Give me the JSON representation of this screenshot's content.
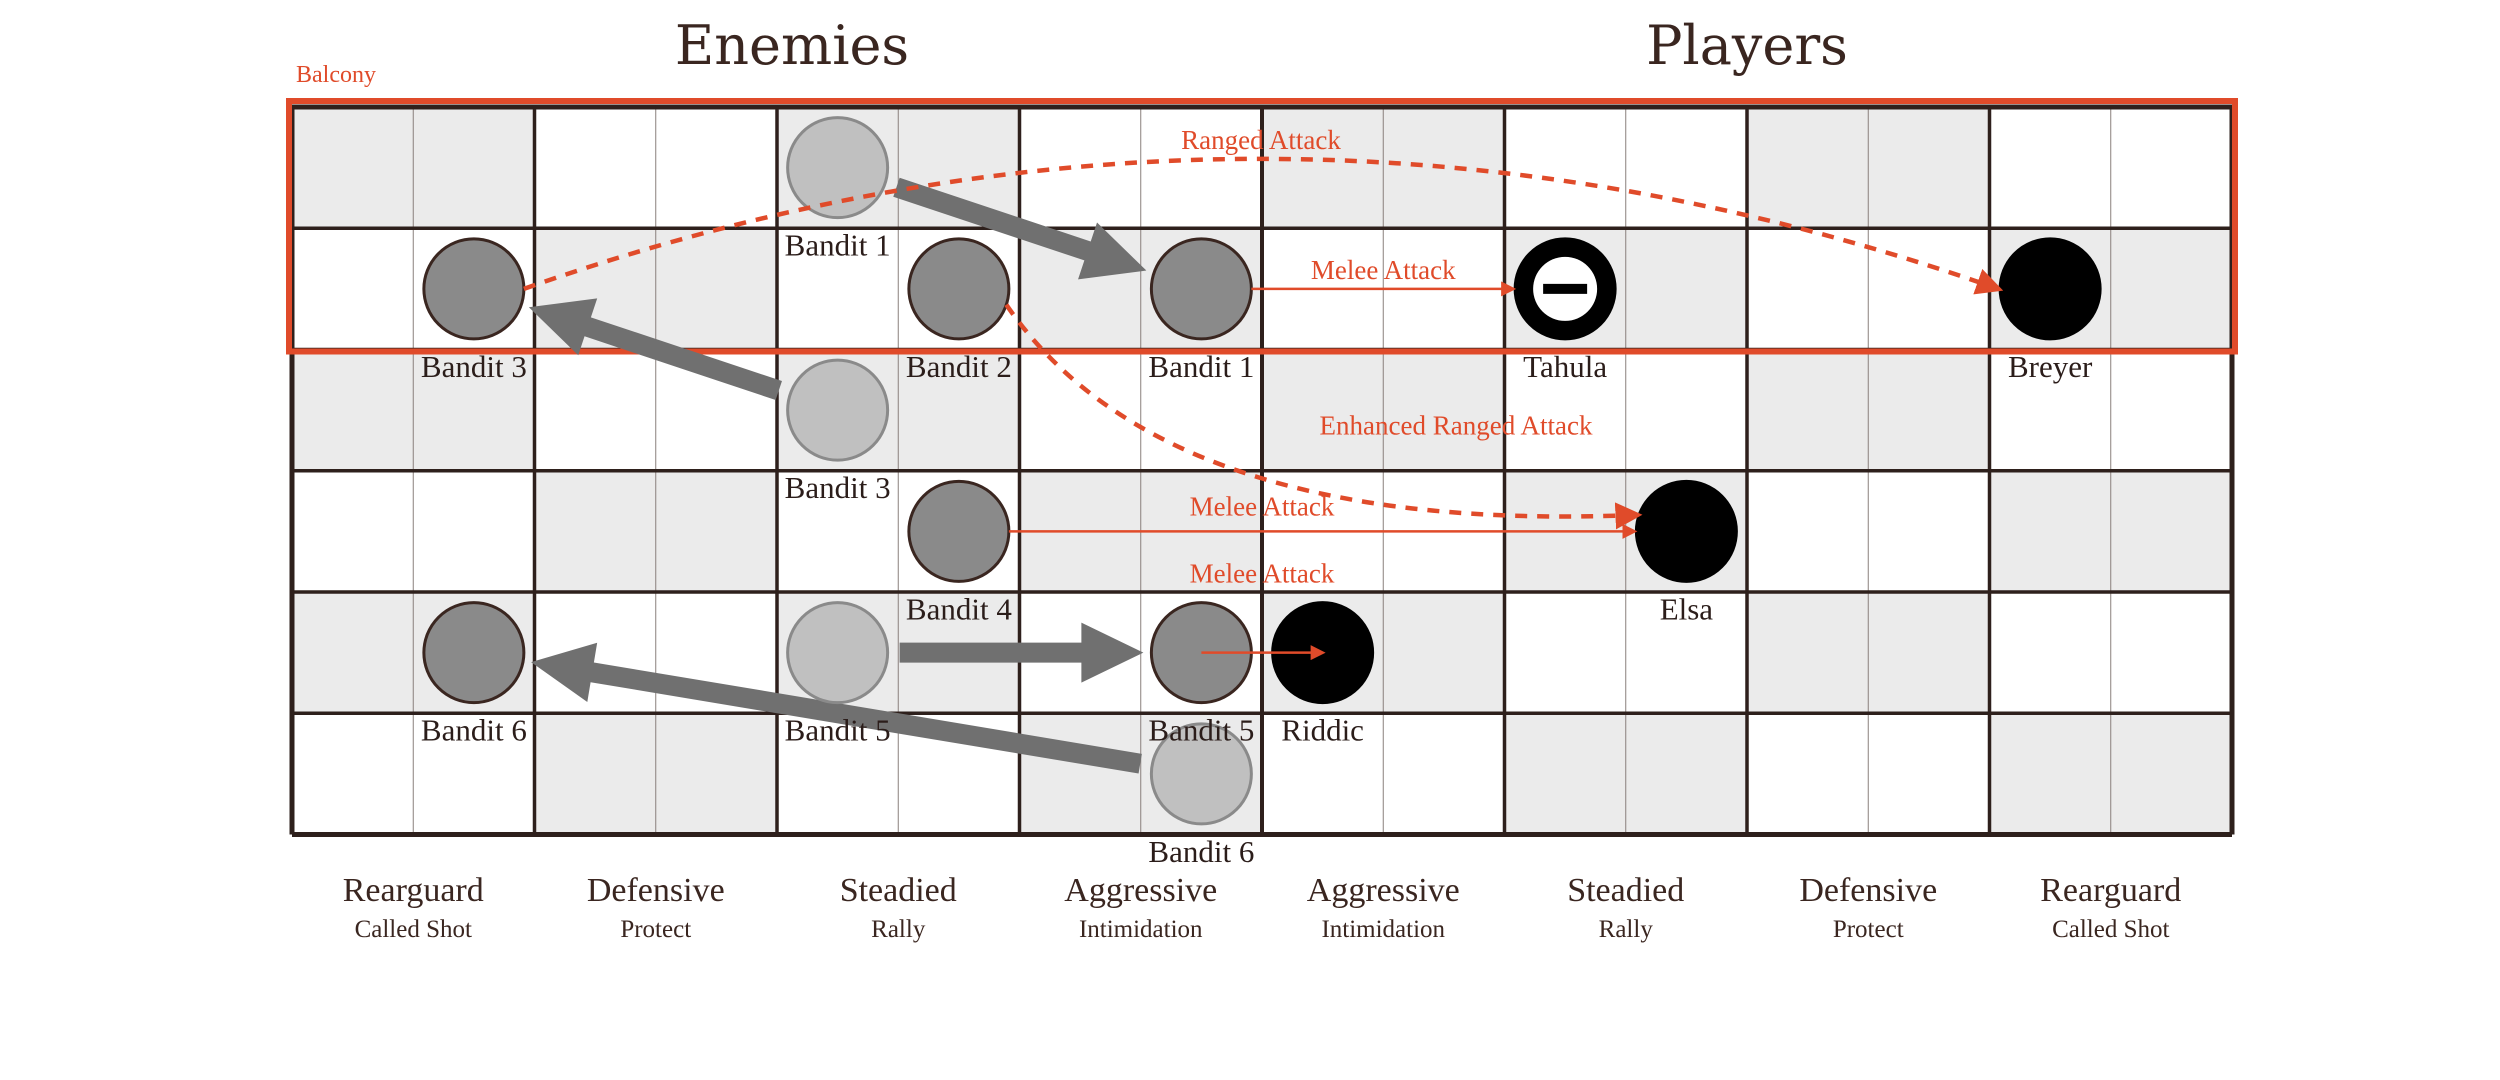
{
  "headers": {
    "enemies": "Enemies",
    "players": "Players"
  },
  "zone_label": "Balcony",
  "colors": {
    "grid": "#2e201c",
    "shade": "#ebebeb",
    "balcony": "#e04b2a",
    "attack": "#e04b2a",
    "enemy": "#8a8a8a",
    "enemy_ghost": "#c0c0c0",
    "player": "#000000",
    "move_arrow": "#707070"
  },
  "tokens": [
    {
      "label": "Bandit 1",
      "kind": "enemy_ghost",
      "col": 4.5,
      "row": 0.5
    },
    {
      "label": "Bandit 3",
      "kind": "enemy",
      "col": 1.5,
      "row": 1.5
    },
    {
      "label": "Bandit 2",
      "kind": "enemy",
      "col": 5.5,
      "row": 1.5
    },
    {
      "label": "Bandit 1",
      "kind": "enemy",
      "col": 7.5,
      "row": 1.5
    },
    {
      "label": "Tahula",
      "kind": "player_minus",
      "col": 10.5,
      "row": 1.5
    },
    {
      "label": "Breyer",
      "kind": "player",
      "col": 14.5,
      "row": 1.5
    },
    {
      "label": "Bandit 3",
      "kind": "enemy_ghost",
      "col": 4.5,
      "row": 2.5
    },
    {
      "label": "Bandit 4",
      "kind": "enemy",
      "col": 5.5,
      "row": 3.5
    },
    {
      "label": "Elsa",
      "kind": "player",
      "col": 11.5,
      "row": 3.5
    },
    {
      "label": "Bandit 6",
      "kind": "enemy",
      "col": 1.5,
      "row": 4.5
    },
    {
      "label": "Bandit 5",
      "kind": "enemy_ghost",
      "col": 4.5,
      "row": 4.5
    },
    {
      "label": "Bandit 5",
      "kind": "enemy",
      "col": 7.5,
      "row": 4.5
    },
    {
      "label": "Riddic",
      "kind": "player",
      "col": 8.5,
      "row": 4.5
    },
    {
      "label": "Bandit 6",
      "kind": "enemy_ghost",
      "col": 7.5,
      "row": 5.5
    }
  ],
  "attacks": [
    {
      "label": "Ranged Attack",
      "style": "dashed-curve",
      "from": [
        1.5,
        1.5
      ],
      "to": [
        14.5,
        1.5
      ]
    },
    {
      "label": "Melee Attack",
      "style": "solid",
      "from": [
        7.5,
        1.5
      ],
      "to": [
        10.5,
        1.5
      ]
    },
    {
      "label": "Enhanced Ranged Attack",
      "style": "dashed-curve",
      "from": [
        5.5,
        1.5
      ],
      "to": [
        11.5,
        3.5
      ]
    },
    {
      "label": "Melee Attack",
      "style": "solid",
      "from": [
        5.5,
        3.5
      ],
      "to": [
        11.5,
        3.5
      ]
    },
    {
      "label": "Melee Attack",
      "style": "solid",
      "from": [
        7.5,
        4.5
      ],
      "to": [
        8.5,
        4.5
      ]
    }
  ],
  "moves": [
    {
      "from": [
        4.5,
        0.5
      ],
      "to": [
        7.5,
        1.5
      ]
    },
    {
      "from": [
        4.5,
        2.5
      ],
      "to": [
        1.5,
        1.5
      ]
    },
    {
      "from": [
        4.5,
        4.5
      ],
      "to": [
        7.5,
        4.5
      ]
    },
    {
      "from": [
        7.5,
        5.5
      ],
      "to": [
        1.5,
        4.5
      ]
    }
  ],
  "stances": [
    {
      "name": "Rearguard",
      "sub": "Called Shot"
    },
    {
      "name": "Defensive",
      "sub": "Protect"
    },
    {
      "name": "Steadied",
      "sub": "Rally"
    },
    {
      "name": "Aggressive",
      "sub": "Intimidation"
    },
    {
      "name": "Aggressive",
      "sub": "Intimidation"
    },
    {
      "name": "Steadied",
      "sub": "Rally"
    },
    {
      "name": "Defensive",
      "sub": "Protect"
    },
    {
      "name": "Rearguard",
      "sub": "Called Shot"
    }
  ]
}
